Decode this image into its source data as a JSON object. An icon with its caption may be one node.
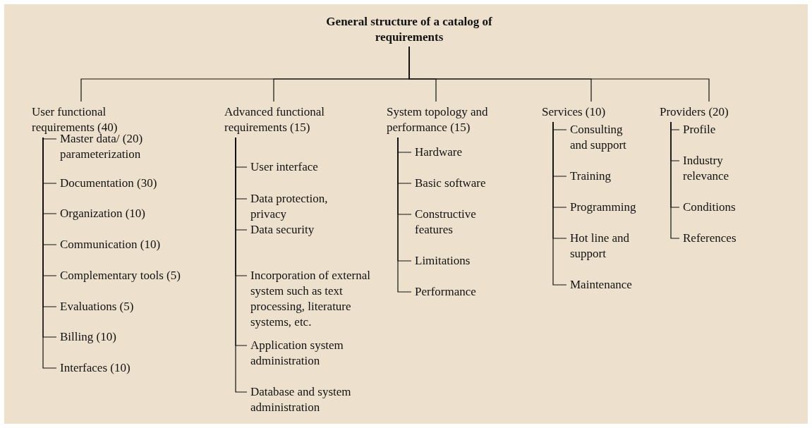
{
  "diagram": {
    "nodes": [
      {
        "text": [
          "General structure of a catalog of requirements"
        ]
      },
      {
        "text": [
          "User functional requirements (40)"
        ]
      },
      {
        "text": [
          "Master data/ (20) parameterization"
        ]
      },
      {
        "text": [
          "Documentation (30)"
        ]
      },
      {
        "text": [
          "Organization (10)"
        ]
      },
      {
        "text": [
          "Communication (10)"
        ]
      },
      {
        "text": [
          "Complementary tools (5)"
        ]
      },
      {
        "text": [
          "Evaluations (5)"
        ]
      },
      {
        "text": [
          "Billing (10)"
        ]
      },
      {
        "text": [
          "Interfaces (10)"
        ]
      },
      {
        "text": [
          "Advanced functional requirements (15)"
        ]
      },
      {
        "text": [
          "User interface"
        ]
      },
      {
        "text": [
          "Data protection, privacy"
        ]
      },
      {
        "text": [
          "Data security"
        ]
      },
      {
        "text": [
          "Incorporation of external system such as text processing, literature systems, etc."
        ]
      },
      {
        "text": [
          "Application system administration"
        ]
      },
      {
        "text": [
          "Database and system administration"
        ]
      },
      {
        "text": [
          "System topology and performance (15)"
        ]
      },
      {
        "text": [
          "Hardware"
        ]
      },
      {
        "text": [
          "Basic software"
        ]
      },
      {
        "text": [
          "Constructive features"
        ]
      },
      {
        "text": [
          "Limitations"
        ]
      },
      {
        "text": [
          "Performance"
        ]
      },
      {
        "text": [
          "Services (10)"
        ]
      },
      {
        "text": [
          "Consulting and support"
        ]
      },
      {
        "text": [
          "Training"
        ]
      },
      {
        "text": [
          "Programming"
        ]
      },
      {
        "text": [
          "Hot line and support"
        ]
      },
      {
        "text": [
          "Maintenance"
        ]
      },
      {
        "text": [
          "Providers (20)"
        ]
      },
      {
        "text": [
          "Profile"
        ]
      },
      {
        "text": [
          "Industry relevance"
        ]
      },
      {
        "text": [
          "Conditions"
        ]
      },
      {
        "text": [
          "References"
        ]
      }
    ],
    "edges": [
      {
        "from": 0,
        "to": 1,
        "arrow": "none"
      },
      {
        "from": 0,
        "to": 10,
        "arrow": "none"
      },
      {
        "from": 0,
        "to": 17,
        "arrow": "none"
      },
      {
        "from": 0,
        "to": 23,
        "arrow": "none"
      },
      {
        "from": 0,
        "to": 29,
        "arrow": "none"
      },
      {
        "from": 1,
        "to": 2,
        "arrow": "none"
      },
      {
        "from": 1,
        "to": 3,
        "arrow": "none"
      },
      {
        "from": 1,
        "to": 4,
        "arrow": "none"
      },
      {
        "from": 1,
        "to": 5,
        "arrow": "none"
      },
      {
        "from": 1,
        "to": 6,
        "arrow": "none"
      },
      {
        "from": 1,
        "to": 7,
        "arrow": "none"
      },
      {
        "from": 1,
        "to": 8,
        "arrow": "none"
      },
      {
        "from": 1,
        "to": 9,
        "arrow": "none"
      },
      {
        "from": 10,
        "to": 11,
        "arrow": "none"
      },
      {
        "from": 10,
        "to": 12,
        "arrow": "none"
      },
      {
        "from": 10,
        "to": 13,
        "arrow": "none"
      },
      {
        "from": 10,
        "to": 14,
        "arrow": "none"
      },
      {
        "from": 10,
        "to": 15,
        "arrow": "none"
      },
      {
        "from": 10,
        "to": 16,
        "arrow": "none"
      },
      {
        "from": 17,
        "to": 18,
        "arrow": "none"
      },
      {
        "from": 17,
        "to": 19,
        "arrow": "none"
      },
      {
        "from": 17,
        "to": 20,
        "arrow": "none"
      },
      {
        "from": 17,
        "to": 21,
        "arrow": "none"
      },
      {
        "from": 17,
        "to": 22,
        "arrow": "none"
      },
      {
        "from": 23,
        "to": 24,
        "arrow": "none"
      },
      {
        "from": 23,
        "to": 25,
        "arrow": "none"
      },
      {
        "from": 23,
        "to": 26,
        "arrow": "none"
      },
      {
        "from": 23,
        "to": 27,
        "arrow": "none"
      },
      {
        "from": 23,
        "to": 28,
        "arrow": "none"
      },
      {
        "from": 29,
        "to": 30,
        "arrow": "none"
      },
      {
        "from": 29,
        "to": 31,
        "arrow": "none"
      },
      {
        "from": 29,
        "to": 32,
        "arrow": "none"
      },
      {
        "from": 29,
        "to": 33,
        "arrow": "none"
      }
    ]
  }
}
